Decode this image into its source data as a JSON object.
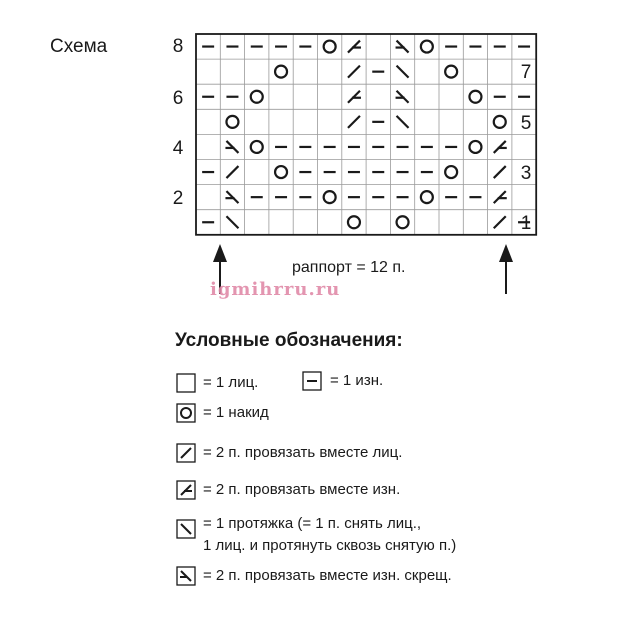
{
  "title": "Схема",
  "row_numbers_left": [
    "8",
    "6",
    "4",
    "2"
  ],
  "row_numbers_right": [
    "7",
    "5",
    "3",
    "1"
  ],
  "rapport_label": "раппорт = 12 п.",
  "watermark": "igmihrru.ru",
  "grid": {
    "columns": 14,
    "rows": [
      [
        "-",
        "-",
        "-",
        "-",
        "-",
        "O",
        "L",
        "",
        "R",
        "O",
        "-",
        "-",
        "-",
        "-"
      ],
      [
        "",
        "",
        "",
        "O",
        "",
        "",
        "/",
        "-",
        "\\",
        "",
        "O",
        "",
        "",
        ""
      ],
      [
        "-",
        "-",
        "O",
        "",
        "",
        "",
        "L",
        "",
        "R",
        "",
        "",
        "O",
        "-",
        "-"
      ],
      [
        "",
        "O",
        "",
        "",
        "",
        "",
        "/",
        "-",
        "\\",
        "",
        "",
        "",
        "O",
        ""
      ],
      [
        "",
        "R",
        "O",
        "-",
        "-",
        "-",
        "-",
        "-",
        "-",
        "-",
        "-",
        "O",
        "L",
        ""
      ],
      [
        "-",
        "/",
        "",
        "O",
        "-",
        "-",
        "-",
        "-",
        "-",
        "-",
        "O",
        "",
        "/",
        ""
      ],
      [
        "",
        "R",
        "-",
        "-",
        "-",
        "O",
        "-",
        "-",
        "-",
        "O",
        "-",
        "-",
        "L",
        ""
      ],
      [
        "-",
        "\\",
        "",
        "",
        "",
        "",
        "O",
        "",
        "O",
        "",
        "",
        "",
        "/",
        "-"
      ]
    ]
  },
  "legend": {
    "title": "Условные обозначения:",
    "items": [
      {
        "symbol": "empty",
        "text": "= 1 лиц."
      },
      {
        "symbol": "dash",
        "text": "= 1 изн."
      },
      {
        "symbol": "circle",
        "text": "= 1 накид"
      },
      {
        "symbol": "slash",
        "text": "= 2 п. провязать вместе лиц."
      },
      {
        "symbol": "slash-dash",
        "text": "= 2 п. провязать вместе изн."
      },
      {
        "symbol": "backslash",
        "text": "= 1 протяжка (= 1 п. снять лиц.,",
        "text2": "1 лиц. и протянуть сквозь снятую п.)"
      },
      {
        "symbol": "backslash-dash",
        "text": "= 2 п. провязать вместе изн. скрещ."
      }
    ]
  }
}
